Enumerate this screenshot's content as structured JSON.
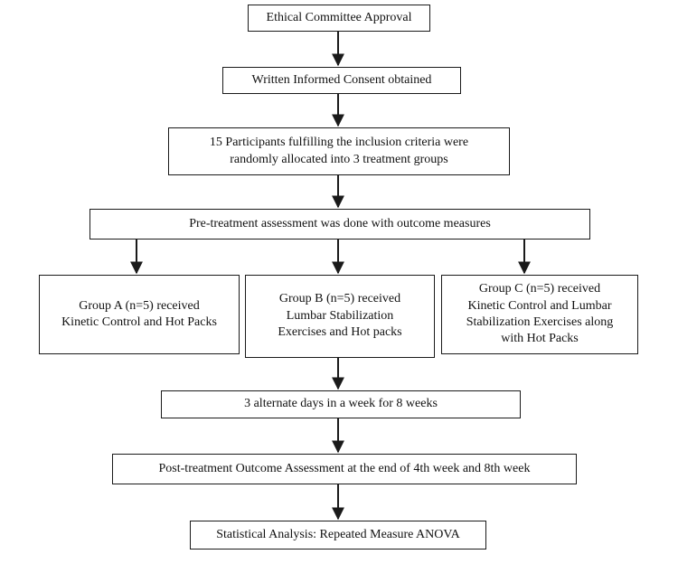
{
  "flowchart": {
    "ethics_approval": "Ethical Committee Approval",
    "informed_consent": "Written Informed Consent obtained",
    "randomization": {
      "line1": "15 Participants fulfilling the inclusion criteria were",
      "line2": "randomly allocated into 3 treatment groups"
    },
    "pretreatment": "Pre-treatment assessment was done with outcome measures",
    "group_a": {
      "line1": "Group A (n=5) received",
      "line2": "Kinetic Control and Hot Packs"
    },
    "group_b": {
      "line1": "Group B (n=5) received",
      "line2": "Lumbar Stabilization",
      "line3": "Exercises and Hot packs"
    },
    "group_c": {
      "line1": "Group C (n=5) received",
      "line2": "Kinetic Control and Lumbar",
      "line3": "Stabilization Exercises along",
      "line4": "with Hot Packs"
    },
    "schedule": "3 alternate days in a week for 8 weeks",
    "posttreatment": "Post-treatment Outcome Assessment at the end of 4th week and 8th week",
    "analysis": "Statistical Analysis: Repeated Measure ANOVA"
  }
}
